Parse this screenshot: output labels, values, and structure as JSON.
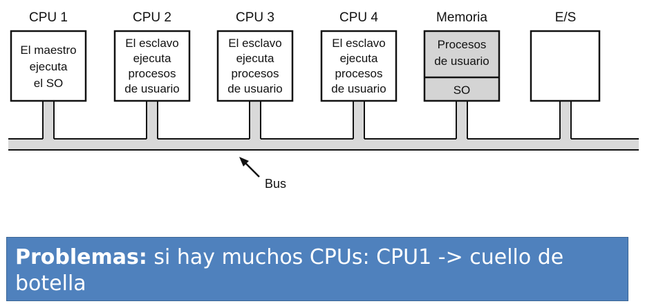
{
  "units": [
    {
      "title": "CPU 1",
      "lines": [
        "El maestro",
        "ejecuta",
        "el SO"
      ]
    },
    {
      "title": "CPU 2",
      "lines": [
        "El esclavo",
        "ejecuta",
        "procesos",
        "de usuario"
      ]
    },
    {
      "title": "CPU 3",
      "lines": [
        "El esclavo",
        "ejecuta",
        "procesos",
        "de usuario"
      ]
    },
    {
      "title": "CPU 4",
      "lines": [
        "El esclavo",
        "ejecuta",
        "procesos",
        "de usuario"
      ]
    },
    {
      "title": "Memoria",
      "lines": [
        "Procesos",
        "de usuario"
      ],
      "lower_lines": [
        "SO"
      ]
    },
    {
      "title": "E/S",
      "lines": []
    }
  ],
  "bus_label": "Bus",
  "note": {
    "bold": "Problemas:",
    "text": " si hay muchos CPUs: CPU1 -> cuello de botella"
  },
  "colors": {
    "memory_fill": "#d4d4d4",
    "bus_fill": "#d9d9d9",
    "note_background": "#4f81bd",
    "note_text": "#ffffff"
  }
}
